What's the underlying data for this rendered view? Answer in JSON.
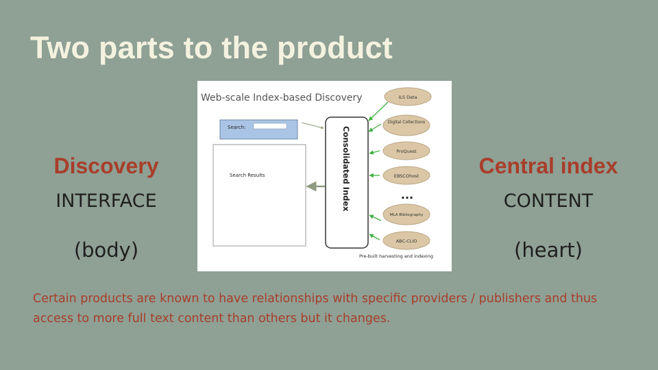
{
  "slide": {
    "title": "Two parts to the product",
    "left": {
      "heading": "Discovery",
      "subheading": "INTERFACE",
      "note": "(body)"
    },
    "right": {
      "heading": "Central index",
      "subheading": "CONTENT",
      "note": "(heart)"
    },
    "caption": "Certain products are known to have relationships with specific providers / publishers and thus access to more full text content than others but it changes."
  },
  "diagram": {
    "title": "Web-scale Index-based Discovery",
    "search_label": "Search:",
    "results_label": "Search Results",
    "index_label": "Consolidated Index",
    "sources": [
      "ILS Data",
      "Digital Collections",
      "ProQuest",
      "EBSCOhost",
      "MLA Bibliography",
      "ABC-CLIO"
    ],
    "ellipsis": "...",
    "footer": "Pre-built harvesting and indexing",
    "colors": {
      "background": "#8fa095",
      "title": "#f4f2df",
      "accent": "#a83e2a",
      "arrow_green": "#3fb041",
      "source_fill": "#dbc7a6",
      "search_bar": "#a9c4e4"
    }
  }
}
